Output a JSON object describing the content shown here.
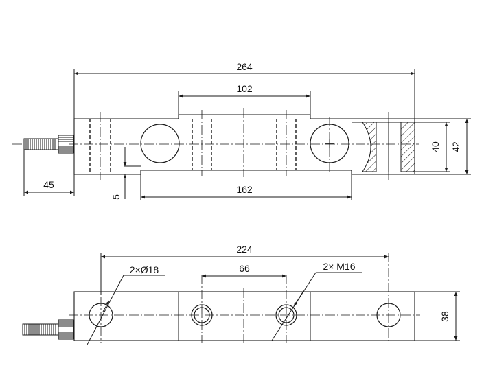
{
  "side_view": {
    "dim_overall_length": "264",
    "dim_center_span": "102",
    "dim_lower_span": "162",
    "dim_cable": "45",
    "dim_step": "5",
    "dim_inner_height": "40",
    "dim_outer_height": "42"
  },
  "top_view": {
    "dim_hole_spacing": "224",
    "dim_thread_spacing": "66",
    "dim_width": "38",
    "label_holes": "2×Ø18",
    "label_threads": "2× M16"
  },
  "colors": {
    "line": "#1a1a1a",
    "background": "#ffffff"
  }
}
